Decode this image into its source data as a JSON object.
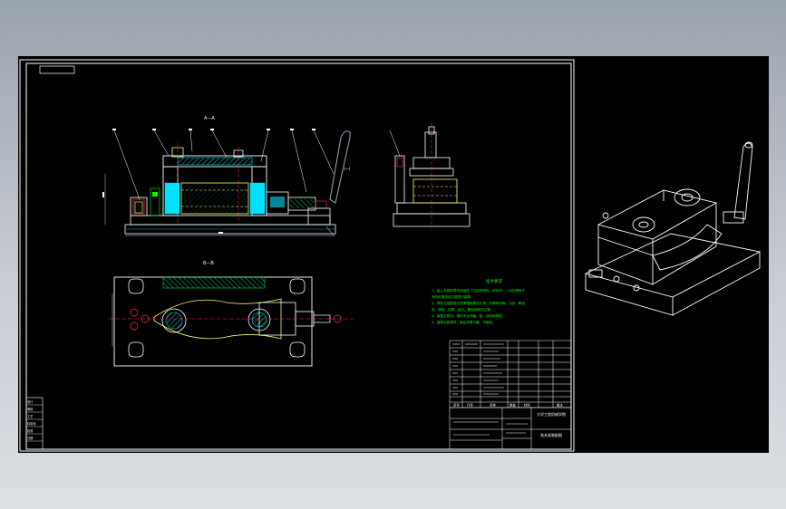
{
  "app": {
    "background_top": "#9aa3b0",
    "background_bottom": "#dcdfe4",
    "viewport_bg": "#000000"
  },
  "colors": {
    "outline": "#ffffff",
    "section": "#00c8ff",
    "hatch": "#00ffff",
    "notes": "#00ff00",
    "axis": "#ff3030",
    "part": "#ffff66",
    "handle": "#a0a8b8",
    "iso": "#ffffff"
  },
  "views": {
    "front_section_label": "A—A",
    "top_view_label": "B—B",
    "side_note": "I—I"
  },
  "notes": {
    "heading": "技术要求",
    "lines": [
      "1、装入夹具前零件及组件（包括外购件、外协件），均应清除干",
      "净剂剂清洗后方能进行装配。",
      "2、零件在装配前必须清理和清洗干净，不得有毛刺、飞边、氧化",
      "皮、锈蚀、切屑、油污、着色剂和灰尘等。",
      "3、装配过程中，零件不允许磕、碰、划伤和锈蚀。",
      "4、装配后各零件，保证夹紧可靠，不松动。"
    ]
  },
  "title_block": {
    "school": "大学工程机械学院",
    "drawing_name": "铣夹具装配图",
    "col_headers": [
      "序号",
      "代号",
      "名称",
      "数量",
      "材料",
      "备注"
    ]
  },
  "left_strip": {
    "labels": [
      "设计",
      "审核",
      "工艺",
      "标准化",
      "批准",
      "日期"
    ]
  },
  "icons": {
    "iso_view": "fixture-isometric-icon"
  }
}
